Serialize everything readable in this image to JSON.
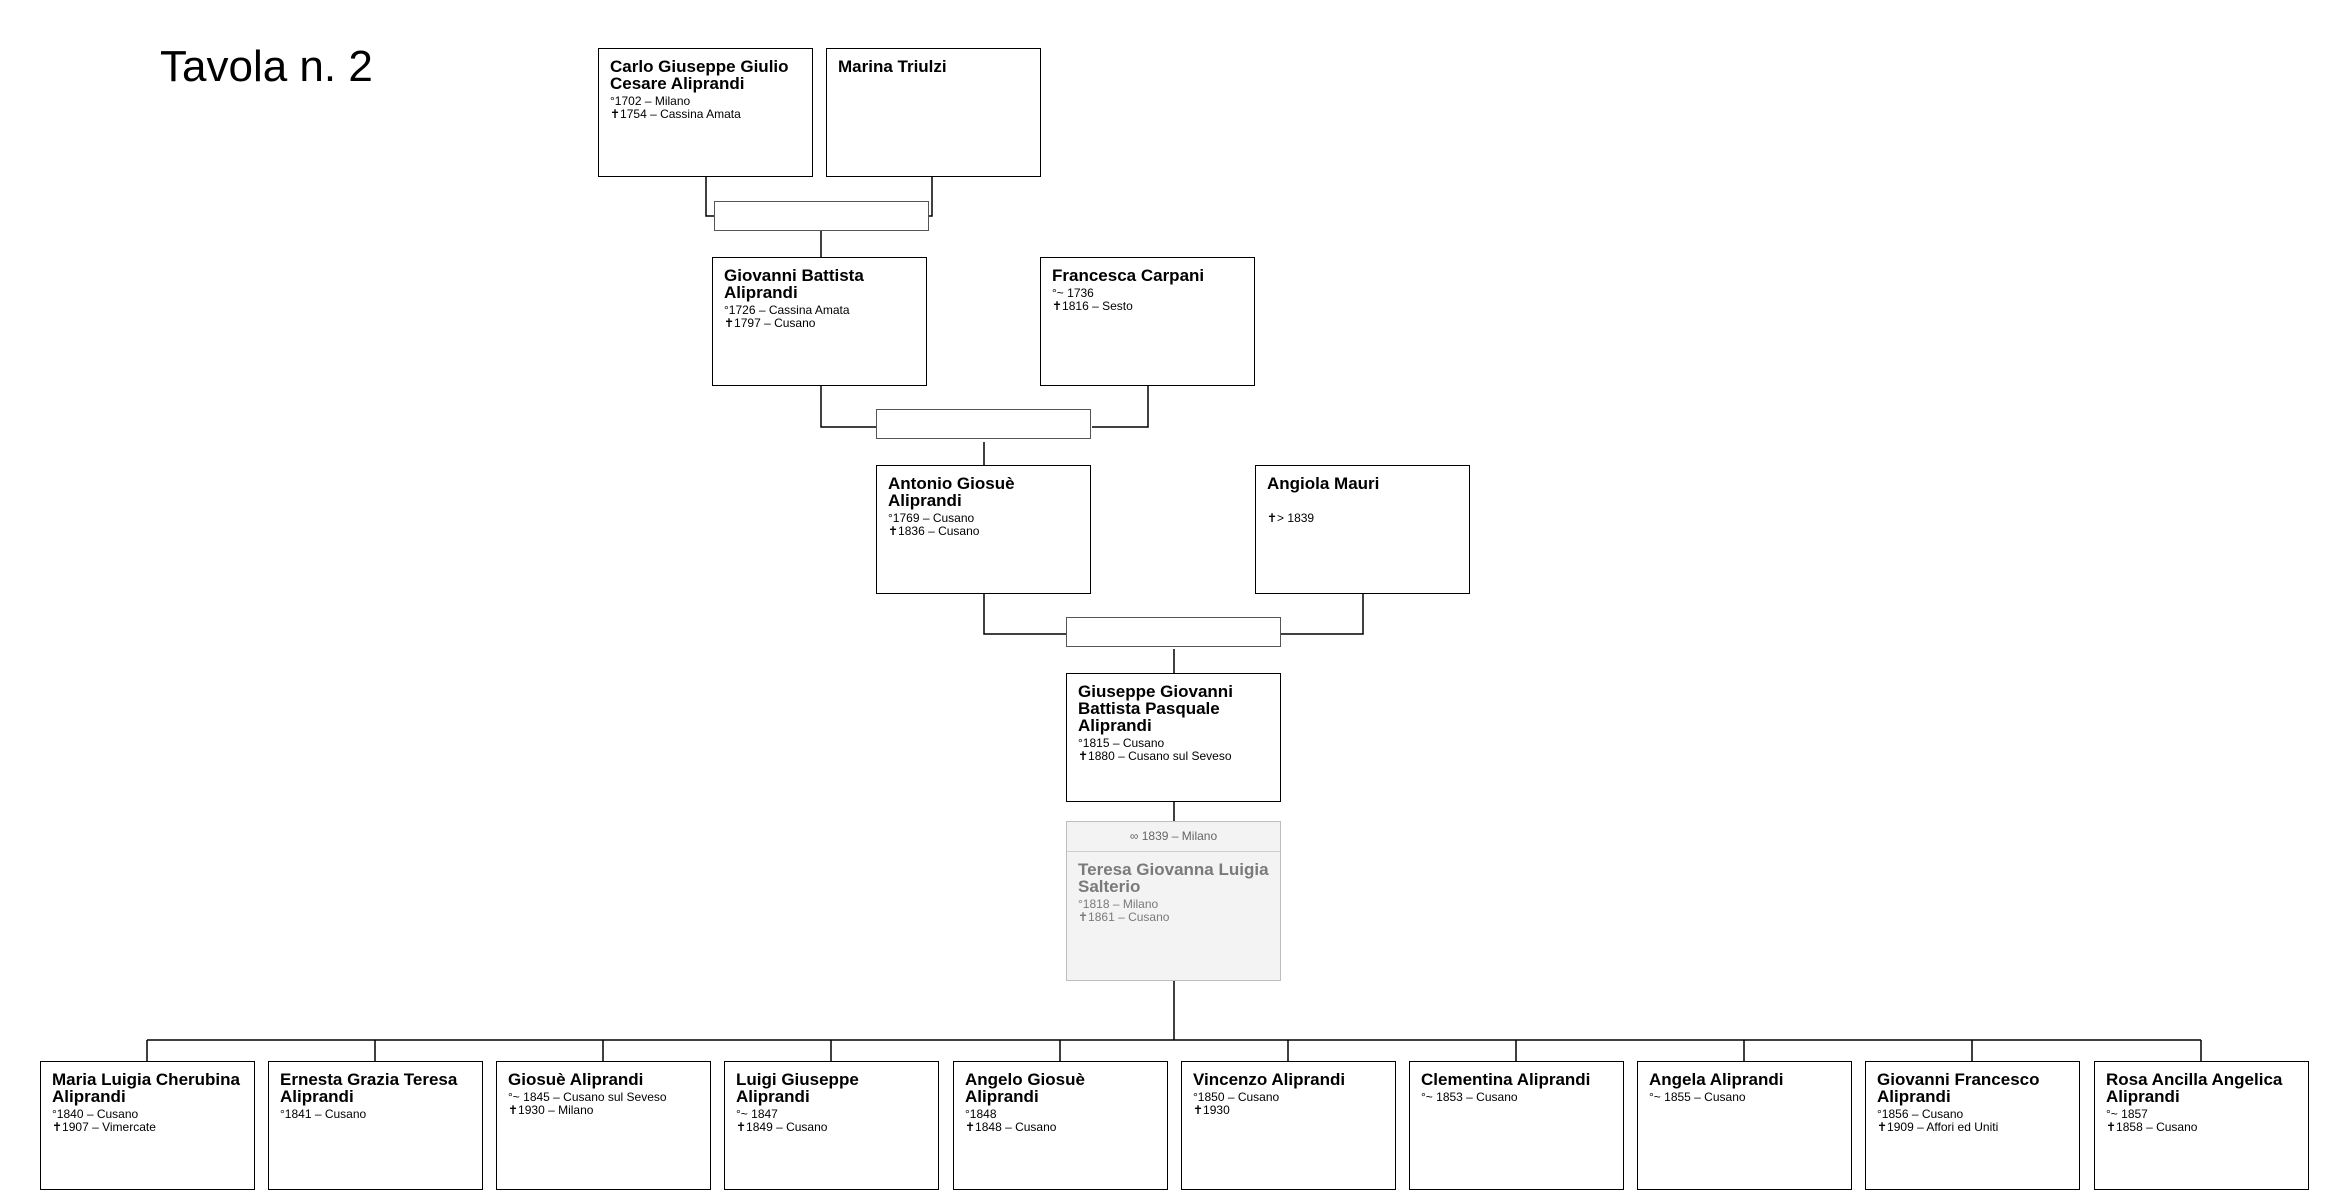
{
  "title": "Tavola n. 2",
  "people": {
    "carlo": {
      "name": "Carlo Giuseppe Giulio Cesare Aliprandi",
      "lines": [
        "°1702 – Milano",
        "✝1754 – Cassina Amata"
      ]
    },
    "marina": {
      "name": "Marina Triulzi",
      "lines": []
    },
    "giovanni": {
      "name": "Giovanni Battista Aliprandi",
      "lines": [
        "°1726 – Cassina Amata",
        "✝1797 – Cusano"
      ]
    },
    "francesca": {
      "name": "Francesca Carpani",
      "lines": [
        "°~ 1736",
        "✝1816 – Sesto"
      ]
    },
    "antonio": {
      "name": "Antonio Giosuè Aliprandi",
      "lines": [
        "°1769 – Cusano",
        "✝1836 – Cusano"
      ]
    },
    "angiola": {
      "name": "Angiola Mauri",
      "lines": [
        "",
        "✝> 1839"
      ]
    },
    "giuseppe": {
      "name": "Giuseppe Giovanni Battista Pasquale Aliprandi",
      "lines": [
        "°1815 – Cusano",
        "✝1880 – Cusano sul Seveso"
      ]
    },
    "teresa": {
      "marriage": "∞ 1839 – Milano",
      "name": "Teresa Giovanna Luigia Salterio",
      "lines": [
        "°1818 – Milano",
        "✝1861 – Cusano"
      ]
    }
  },
  "children": [
    {
      "name": "Maria Luigia Cherubina Aliprandi",
      "lines": [
        "°1840 – Cusano",
        "✝1907 – Vimercate"
      ]
    },
    {
      "name": "Ernesta Grazia Teresa Aliprandi",
      "lines": [
        "°1841 – Cusano"
      ]
    },
    {
      "name": "Giosuè Aliprandi",
      "lines": [
        "°~ 1845 – Cusano sul Seveso",
        "✝1930 – Milano"
      ]
    },
    {
      "name": "Luigi Giuseppe Aliprandi",
      "lines": [
        "°~ 1847",
        "✝1849 – Cusano"
      ]
    },
    {
      "name": "Angelo Giosuè Aliprandi",
      "lines": [
        "°1848",
        "✝1848 – Cusano"
      ]
    },
    {
      "name": "Vincenzo Aliprandi",
      "lines": [
        "°1850 – Cusano",
        "✝1930"
      ]
    },
    {
      "name": "Clementina Aliprandi",
      "lines": [
        "°~ 1853 – Cusano"
      ]
    },
    {
      "name": "Angela Aliprandi",
      "lines": [
        "°~ 1855 – Cusano"
      ]
    },
    {
      "name": "Giovanni Francesco Aliprandi",
      "lines": [
        "°1856 – Cusano",
        "✝1909 – Affori ed Uniti"
      ]
    },
    {
      "name": "Rosa Ancilla Angelica Aliprandi",
      "lines": [
        "°~ 1857",
        "✝1858 – Cusano"
      ]
    }
  ]
}
